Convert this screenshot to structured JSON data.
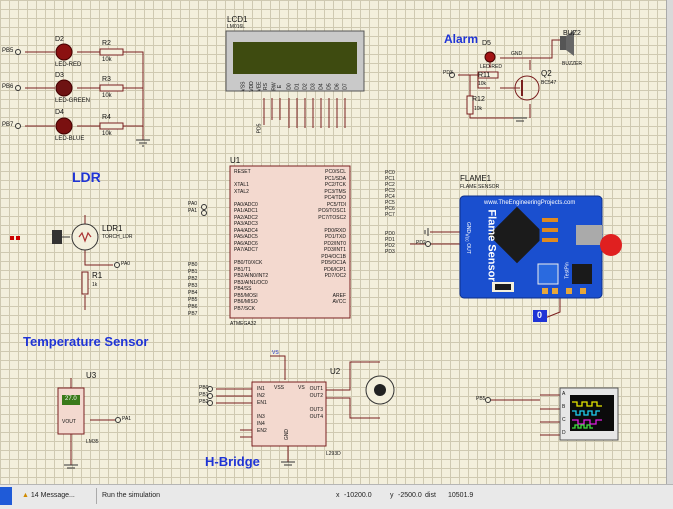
{
  "schematic": {
    "titles": {
      "ldr": "LDR",
      "temperature": "Temperature Sensor",
      "alarm": "Alarm",
      "hbridge": "H-Bridge"
    },
    "leds": [
      {
        "ref": "D2",
        "part": "LED-RED",
        "port": "PB5",
        "res": "R2",
        "res_val": "10k",
        "color": "#9b1010"
      },
      {
        "ref": "D3",
        "part": "LED-GREEN",
        "port": "PB6",
        "res": "R3",
        "res_val": "10k",
        "color": "#6b0f0f"
      },
      {
        "ref": "D4",
        "part": "LED-BLUE",
        "port": "PB7",
        "res": "R4",
        "res_val": "10k",
        "color": "#7a1010"
      }
    ],
    "lcd": {
      "ref": "LCD1",
      "part": "LM016L",
      "pins": [
        "VSS",
        "VDD",
        "VEE",
        "RS",
        "RW",
        "E",
        "D0",
        "D1",
        "D2",
        "D3",
        "D4",
        "D5",
        "D6",
        "D7"
      ],
      "port": "PD5"
    },
    "alarm": {
      "led_ref": "D5",
      "led_part": "LED-RED",
      "gnd": "GND",
      "buzzer_ref": "BUZ2",
      "buzzer_part": "BUZZER",
      "r11": "R11",
      "r11_val": "10k",
      "r12": "R12",
      "r12_val": "10k",
      "q_ref": "Q2",
      "q_part": "BC547",
      "port": "PD3"
    },
    "mcu": {
      "ref": "U1",
      "part": "ATMEGA32",
      "left_pins": [
        "RESET",
        "",
        "XTAL1",
        "XTAL2",
        "",
        "PA0/ADC0",
        "PA1/ADC1",
        "PA2/ADC2",
        "PA3/ADC3",
        "PA4/ADC4",
        "PA5/ADC5",
        "PA6/ADC6",
        "PA7/ADC7",
        "",
        "PB0/T0/XCK",
        "PB1/T1",
        "PB2/AIN0/INT2",
        "PB3/AIN1/OC0",
        "PB4/SS",
        "PB5/MOSI",
        "PB6/MISO",
        "PB7/SCK"
      ],
      "right_pins": [
        "PC0/SCL",
        "PC1/SDA",
        "PC2/TCK",
        "PC3/TMS",
        "PC4/TDO",
        "PC5/TDI",
        "PC6/TOSC1",
        "PC7/TOSC2",
        "",
        "PD0/RXD",
        "PD1/TXD",
        "PD2/INT0",
        "PD3/INT1",
        "PD4/OC1B",
        "PD5/OC1A",
        "PD6/ICP1",
        "PD7/OC2",
        "",
        "",
        "AREF",
        "AVCC"
      ],
      "left_nets": [
        "PA0",
        "PA1",
        "PB0",
        "PB1",
        "PB2",
        "PB3",
        "PB4",
        "PB5",
        "PB6",
        "PB7"
      ],
      "right_nets": [
        "PC0",
        "PC1",
        "PC2",
        "PC3",
        "PC4",
        "PC5",
        "PC6",
        "PC7",
        "PD0",
        "PD1",
        "PD2",
        "PD3"
      ]
    },
    "ldr": {
      "ref": "LDR1",
      "part": "TORCH_LDR",
      "r": "R1",
      "r_val": "1k",
      "net": "PA0"
    },
    "flame": {
      "ref": "FLAME1",
      "part": "FLAME SENSOR",
      "board_url": "www.TheEngineeringProjects.com",
      "board_title": "Flame Sensor",
      "pin_labels": [
        "GND",
        "Vcc",
        "OUT"
      ],
      "test_label": "TestPin",
      "net": "PD2",
      "probe_value": "0"
    },
    "temp": {
      "ref": "U3",
      "part": "LM35",
      "display": "27.0",
      "vout": "VOUT",
      "net": "PA1"
    },
    "hbridge": {
      "ref": "U2",
      "part": "L293D",
      "vcc_label": "VS",
      "nets": [
        "PB0",
        "PB1",
        "PB2"
      ],
      "in_pins": [
        "IN1",
        "IN2",
        "EN1",
        "",
        "IN3",
        "IN4",
        "EN2"
      ],
      "out_pins": [
        "OUT1",
        "OUT2",
        "",
        "OUT3",
        "OUT4"
      ],
      "top_pins": [
        "VSS",
        "VS"
      ],
      "gnd": "GND"
    },
    "scope": {
      "net": "PB5",
      "channels": [
        "A",
        "B",
        "C",
        "D"
      ]
    }
  },
  "statusbar": {
    "messages": "14 Message...",
    "status": "Run the simulation",
    "x_label": "x",
    "x_value": "-10200.0",
    "y_label": "y",
    "y_value": "-2500.0",
    "dist_label": "dist",
    "dist_value": "10501.9"
  }
}
